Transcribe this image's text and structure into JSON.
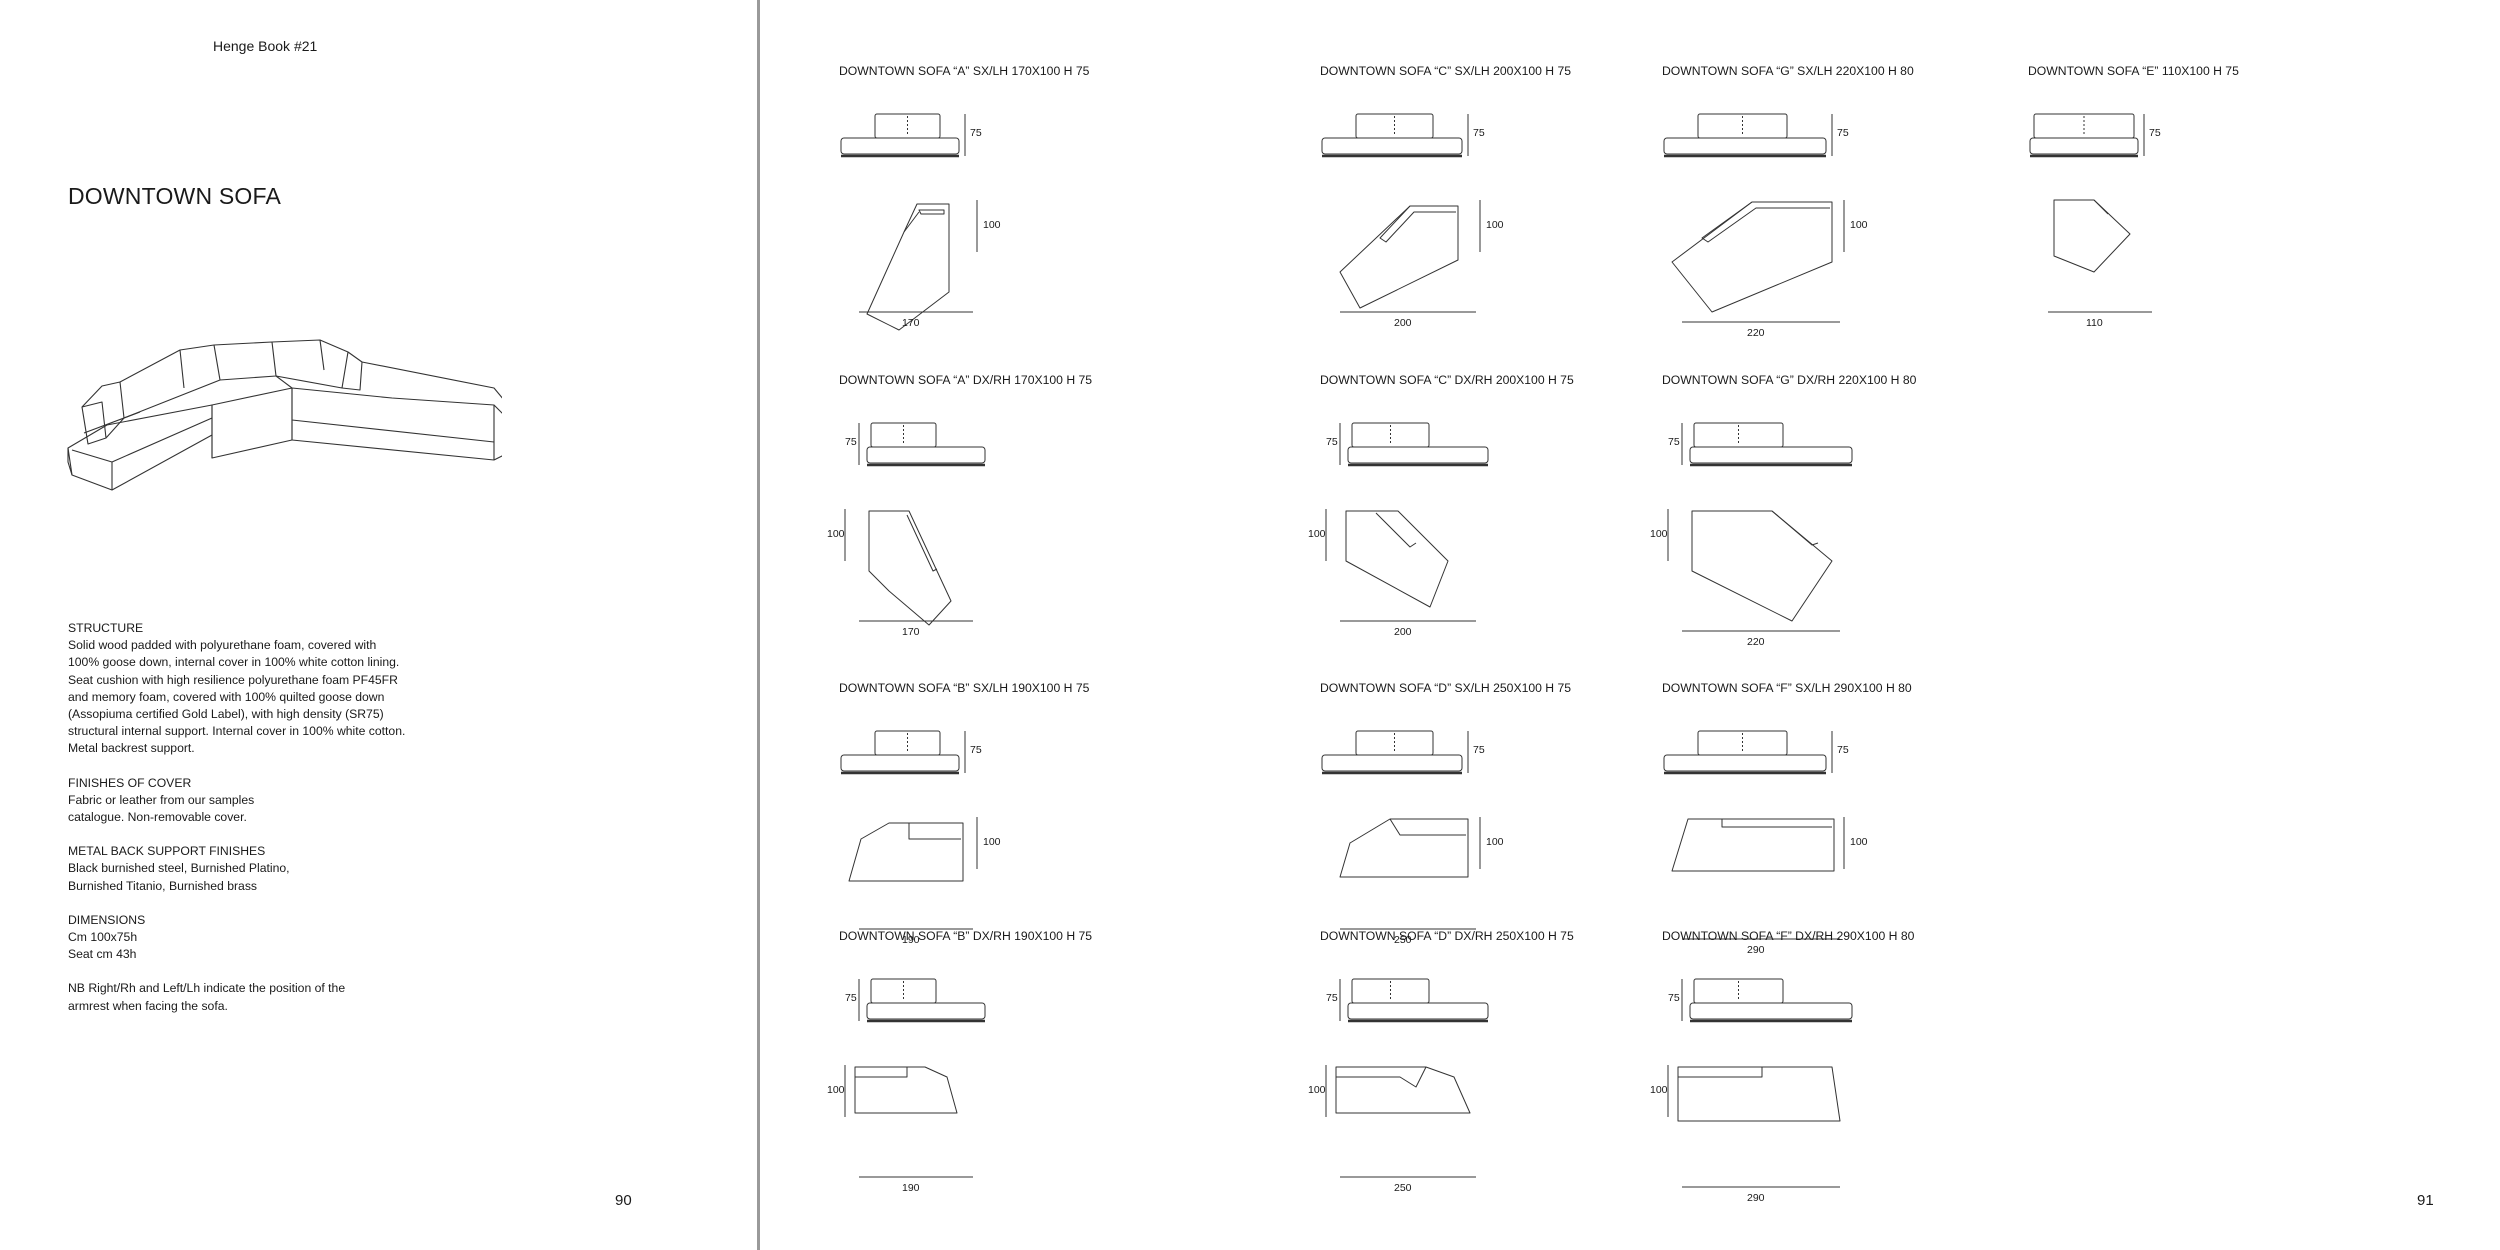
{
  "header": {
    "book_title": "Henge Book #21"
  },
  "product": {
    "title": "DOWNTOWN SOFA"
  },
  "spec": {
    "structure_heading": "STRUCTURE",
    "structure_lines": [
      "Solid wood padded with polyurethane foam, covered with",
      "100% goose down, internal cover in 100% white cotton lining.",
      "Seat cushion with high resilience polyurethane foam PF45FR",
      "and memory foam, covered with 100% quilted goose down",
      "(Assopiuma certified Gold Label), with high density (SR75)",
      "structural internal support. Internal cover in 100% white cotton.",
      "Metal backrest support."
    ],
    "finishes_heading": "FINISHES OF COVER",
    "finishes_lines": [
      "Fabric or leather from our samples",
      "catalogue. Non-removable cover."
    ],
    "metal_heading": "METAL BACK SUPPORT FINISHES",
    "metal_lines": [
      "Black burnished steel, Burnished Platino,",
      "Burnished Titanio, Burnished brass"
    ],
    "dimensions_heading": "DIMENSIONS",
    "dimensions_lines": [
      "Cm 100x75h",
      "Seat cm 43h"
    ],
    "note_lines": [
      "NB Right/Rh and Left/Lh indicate the position of the",
      "armrest when facing the sofa."
    ]
  },
  "page_numbers": {
    "left": "90",
    "right": "91"
  },
  "models": [
    {
      "label": "DOWNTOWN SOFA “A” SX/LH 170X100 H 75",
      "h": "75",
      "depth": "100",
      "width": "170"
    },
    {
      "label": "DOWNTOWN SOFA “C” SX/LH 200X100 H 75",
      "h": "75",
      "depth": "100",
      "width": "200"
    },
    {
      "label": "DOWNTOWN SOFA “G” SX/LH 220X100 H 80",
      "h": "75",
      "depth": "100",
      "width": "220"
    },
    {
      "label": "DOWNTOWN SOFA “E” 110X100 H 75",
      "h": "75",
      "depth": "",
      "width": "110"
    },
    {
      "label": "DOWNTOWN SOFA “A” DX/RH 170X100 H 75",
      "h": "75",
      "depth": "100",
      "width": "170"
    },
    {
      "label": "DOWNTOWN SOFA “C” DX/RH 200X100 H 75",
      "h": "75",
      "depth": "100",
      "width": "200"
    },
    {
      "label": "DOWNTOWN SOFA “G” DX/RH 220X100 H 80",
      "h": "75",
      "depth": "100",
      "width": "220"
    },
    {
      "label": "DOWNTOWN SOFA “B” SX/LH 190X100 H 75",
      "h": "75",
      "depth": "100",
      "width": "190"
    },
    {
      "label": "DOWNTOWN SOFA “D” SX/LH 250X100 H 75",
      "h": "75",
      "depth": "100",
      "width": "250"
    },
    {
      "label": "DOWNTOWN SOFA “F” SX/LH 290X100 H 80",
      "h": "75",
      "depth": "100",
      "width": "290"
    },
    {
      "label": "DOWNTOWN SOFA “B” DX/RH 190X100 H 75",
      "h": "75",
      "depth": "100",
      "width": "190"
    },
    {
      "label": "DOWNTOWN SOFA “D” DX/RH 250X100 H 75",
      "h": "75",
      "depth": "100",
      "width": "250"
    },
    {
      "label": "DOWNTOWN SOFA “F” DX/RH 290X100 H 80",
      "h": "75",
      "depth": "100",
      "width": "290"
    }
  ]
}
